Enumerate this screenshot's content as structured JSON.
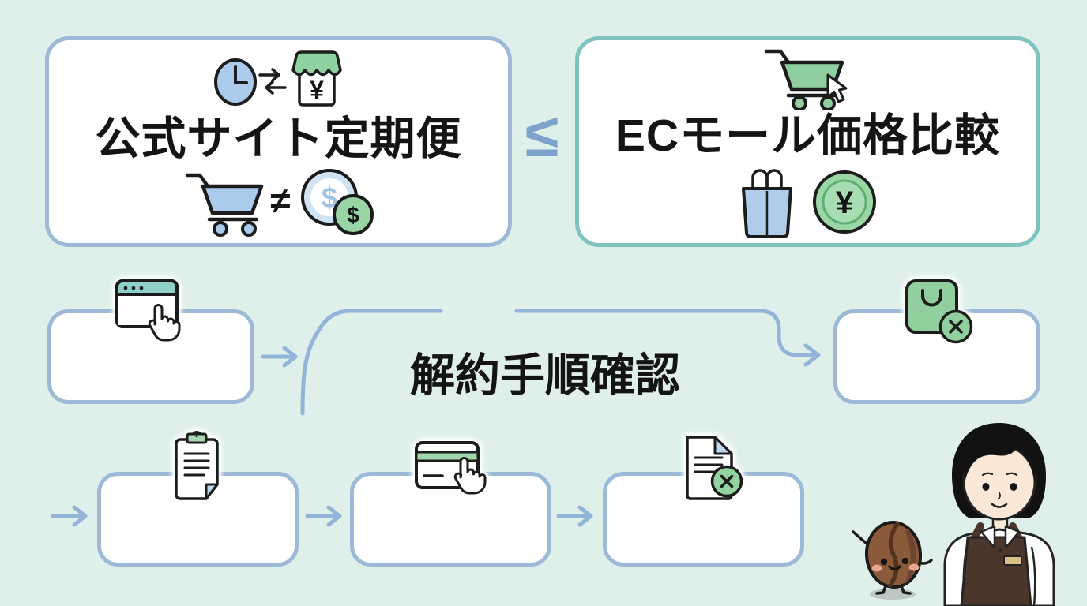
{
  "page": {
    "background": "#dff0ea",
    "kind": "subscription-cancellation-infographic"
  },
  "symbols": {
    "less_than_or_equal": "≤",
    "not_equal": "≠",
    "yen": "¥",
    "dollar": "$"
  },
  "comparison": {
    "left_card": {
      "title": "公式サイト定期便",
      "border_color": "#9cbad8",
      "top_icons": [
        "clock-icon",
        "swap-arrows-icon",
        "storefront-yen-icon"
      ],
      "bottom_icons": [
        "shopping-cart-icon",
        "not-equal-symbol",
        "dollar-coins-icon"
      ]
    },
    "operator": "≤",
    "right_card": {
      "title": "ECモール価格比較",
      "border_color": "#7fc2bf",
      "top_icons": [
        "cart-cursor-icon"
      ],
      "bottom_icons": [
        "shopping-bag-icon",
        "yen-coin-icon"
      ]
    }
  },
  "flow": {
    "title": "解約手順確認",
    "line_color": "#92b4d8",
    "steps": [
      {
        "icon": "browser-click-icon"
      },
      {
        "icon": "bag-cancel-icon"
      },
      {
        "icon": "clipboard-icon"
      },
      {
        "icon": "credit-card-click-icon"
      },
      {
        "icon": "document-cancel-icon"
      }
    ]
  },
  "characters": [
    {
      "name": "coffee-bean-mascot"
    },
    {
      "name": "barista-woman"
    }
  ]
}
